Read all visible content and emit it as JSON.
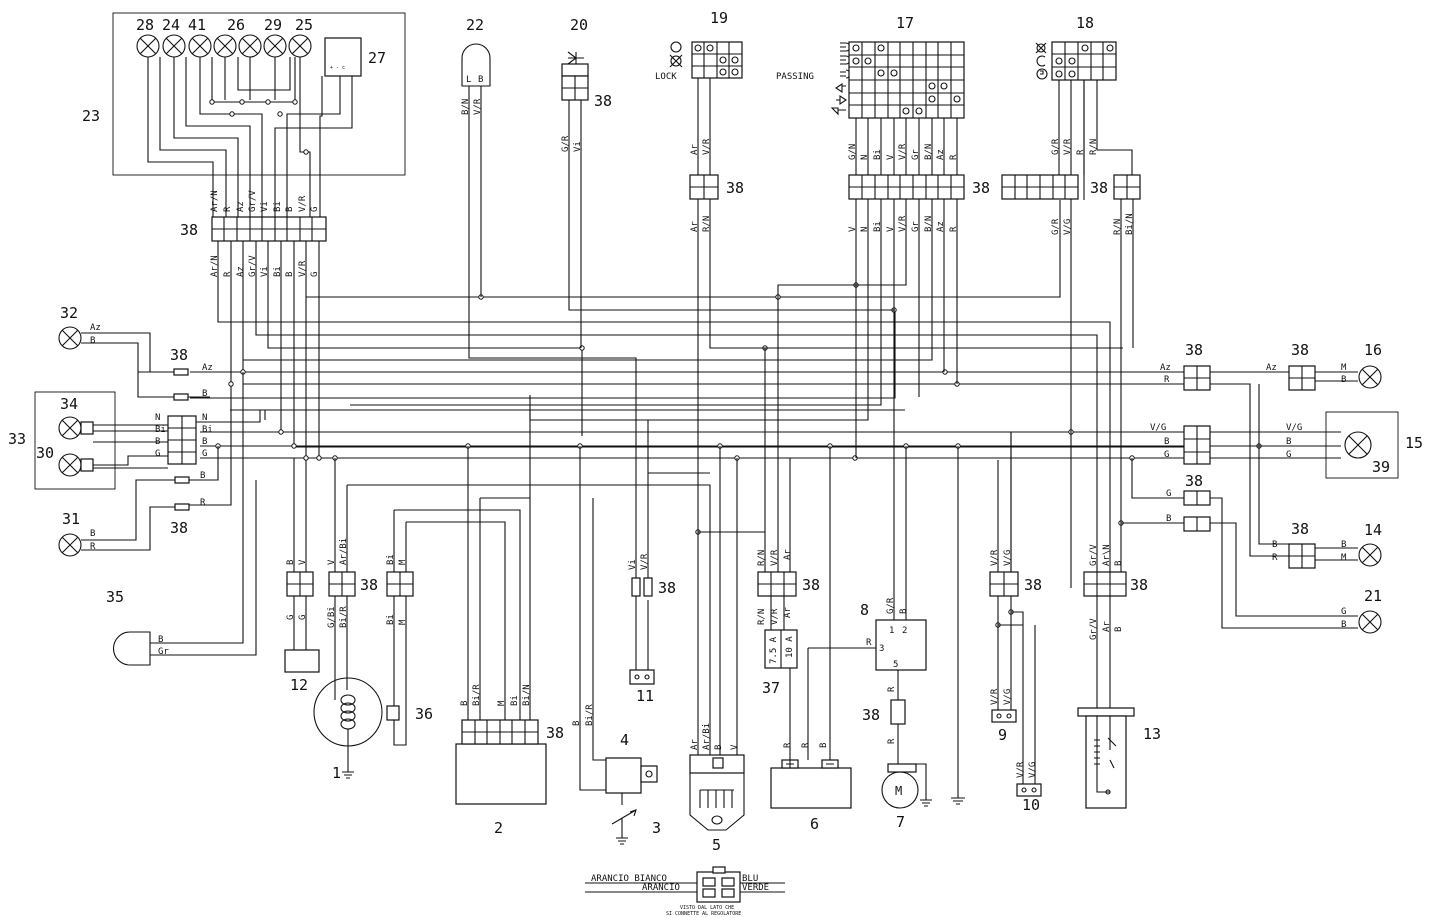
{
  "components": {
    "c1": "1",
    "c2": "2",
    "c3": "3",
    "c4": "4",
    "c5": "5",
    "c6": "6",
    "c7": "7",
    "c8": "8",
    "c9": "9",
    "c10": "10",
    "c11": "11",
    "c12": "12",
    "c13": "13",
    "c14": "14",
    "c15": "15",
    "c16": "16",
    "c17": "17",
    "c18": "18",
    "c19": "19",
    "c20": "20",
    "c21": "21",
    "c22": "22",
    "c23": "23",
    "c24": "24",
    "c25": "25",
    "c26": "26",
    "c27": "27",
    "c28": "28",
    "c29": "29",
    "c30": "30",
    "c31": "31",
    "c32": "32",
    "c33": "33",
    "c34": "34",
    "c35": "35",
    "c36": "36",
    "c37": "37",
    "c38": "38",
    "c39": "39",
    "c41": "41"
  },
  "labels": {
    "lock": "LOCK",
    "passing": "PASSING",
    "fuse_a": "7.5 A",
    "fuse_b": "10 A",
    "motor": "M",
    "dash_term": "+ - c",
    "pin_1": "1",
    "pin_2": "2",
    "pin_3": "3",
    "pin_5": "5",
    "l": "L",
    "b": "B"
  },
  "wires": {
    "Az": "Az",
    "B": "B",
    "N": "N",
    "Bi": "Bi",
    "G": "G",
    "R": "R",
    "V": "V",
    "M": "M",
    "Gr": "Gr",
    "Vi": "Vi",
    "Ar": "Ar",
    "ArN": "Ar/N",
    "GrV": "Gr/V",
    "VR": "V/R",
    "VG": "V/G",
    "GR": "G/R",
    "GN": "G/N",
    "BN": "B/N",
    "RN": "R/N",
    "BiN": "Bi/N",
    "BiR": "Bi/R",
    "ArBi": "Ar/Bi",
    "GBi": "G/Bi",
    "ArbN": "Ar\\N"
  },
  "legend": {
    "top_left": "ARANCIO BIANCO",
    "bottom_left": "ARANCIO",
    "top_right": "BLU",
    "bottom_right": "VERDE",
    "note_line1": "VISTO DAL LATO CHE",
    "note_line2": "SI CONNETTE AL REGOLATORE"
  }
}
